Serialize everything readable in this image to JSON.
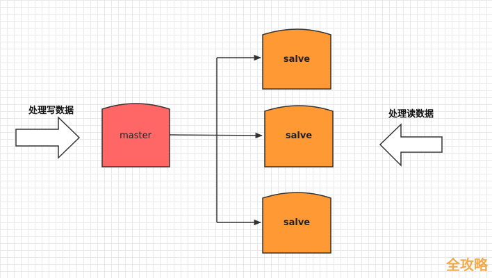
{
  "labels": {
    "write": "处理写数据",
    "read": "处理读数据"
  },
  "nodes": {
    "master": "master",
    "slave_top": "salve",
    "slave_middle": "salve",
    "slave_bottom": "salve"
  },
  "watermark": "全攻略",
  "colors": {
    "master_fill": "#ff6666",
    "slave_fill": "#ff9933",
    "stroke": "#333333",
    "arrow_fill": "#ffffff",
    "grid": "#e9e9e9"
  }
}
